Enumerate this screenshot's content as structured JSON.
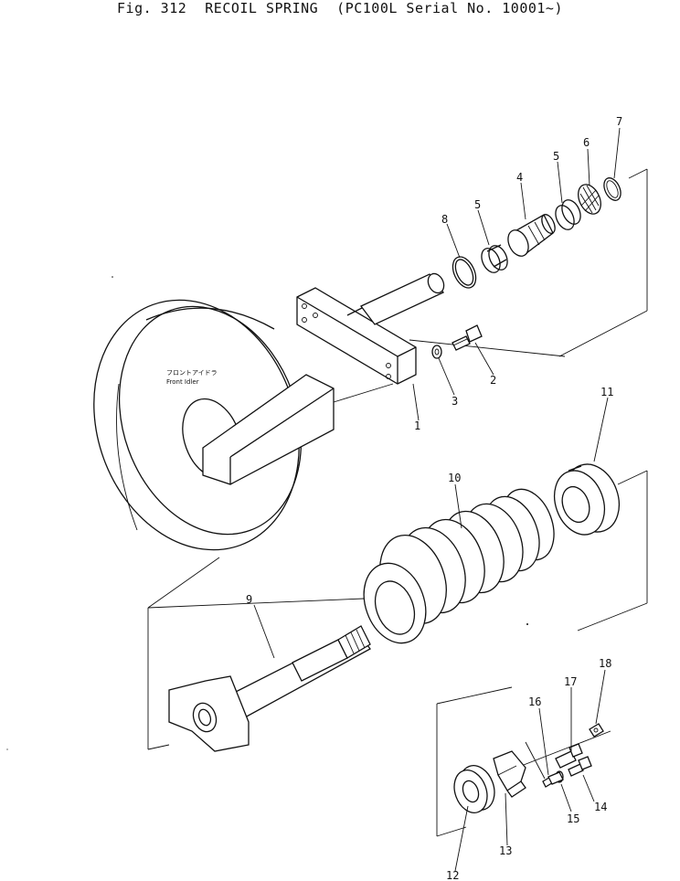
{
  "title": {
    "fig": "Fig. 312",
    "name": "RECOIL SPRING",
    "serial": "(PC100L Serial No. 10001~)"
  },
  "idler_label": {
    "jp": "フロントアイドラ",
    "en": "Front Idler"
  },
  "callouts": {
    "p1": "1",
    "p2": "2",
    "p3": "3",
    "p4": "4",
    "p5a": "5",
    "p5b": "5",
    "p6": "6",
    "p7": "7",
    "p8": "8",
    "p9": "9",
    "p10": "10",
    "p11": "11",
    "p12": "12",
    "p13": "13",
    "p14": "14",
    "p15": "15",
    "p16": "16",
    "p17": "17",
    "p18": "18"
  }
}
